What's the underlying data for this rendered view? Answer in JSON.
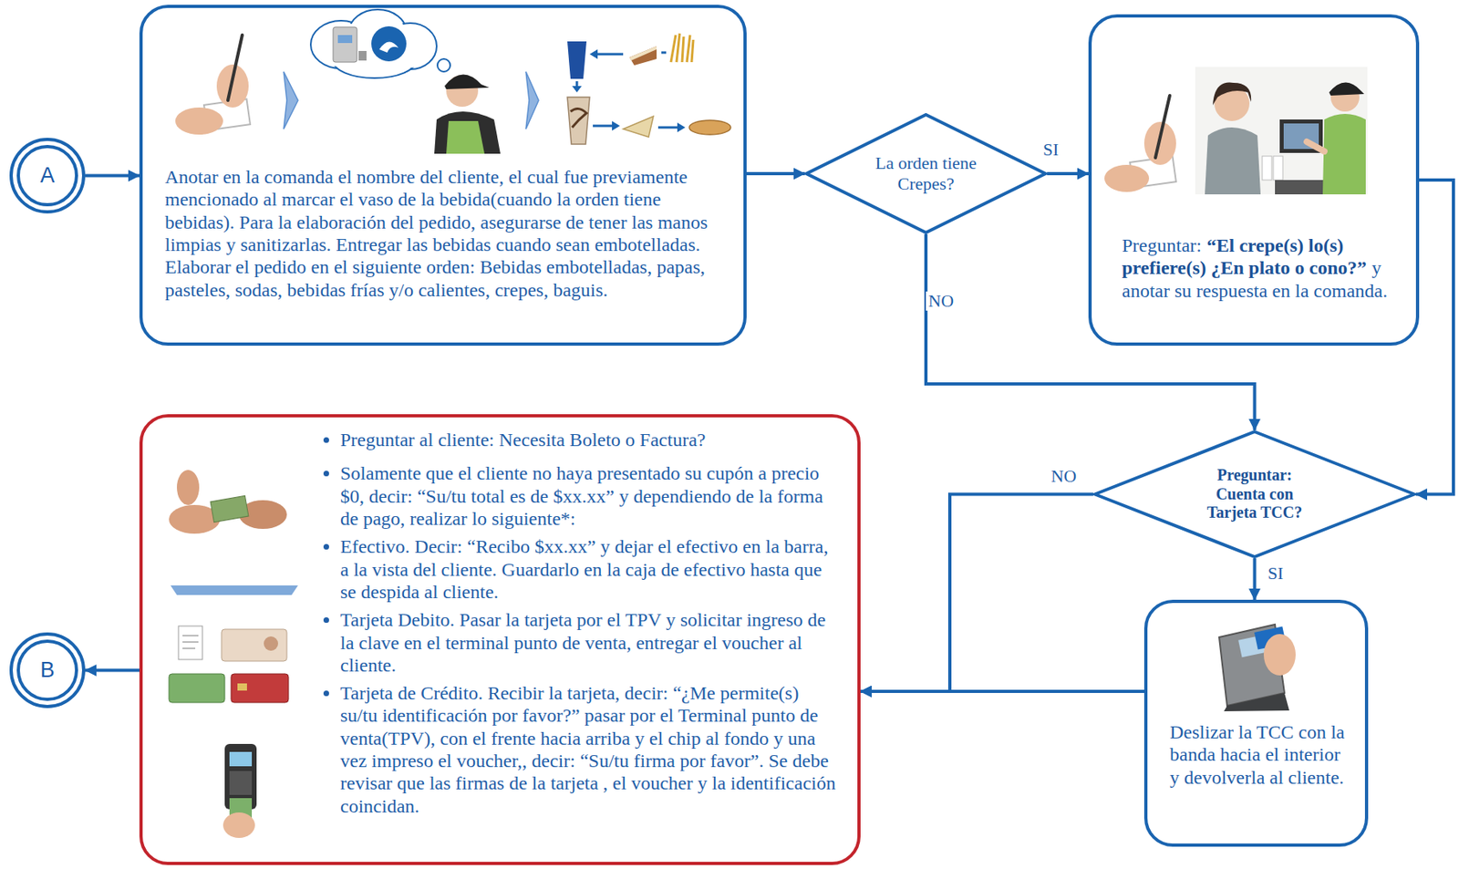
{
  "diagram": {
    "nodes": [
      {
        "text": [
          "A"
        ]
      },
      {
        "text": [
          "Anotar en la comanda el nombre del cliente, el cual fue previamente mencionado al marcar el vaso de la bebida(cuando la orden tiene bebidas). Para la elaboración del pedido, asegurarse de tener las manos limpias y sanitizarlas. Entregar las bebidas cuando sean embotelladas. Elaborar el pedido en el siguiente orden: Bebidas embotelladas, papas, pasteles, sodas, bebidas frías y/o calientes, crepes, baguis."
        ]
      },
      {
        "text": [
          "La orden tiene Crepes?"
        ]
      },
      {
        "text": [
          "Preguntar:",
          "“El crepe(s) lo(s) prefiere(s) ¿En plato o cono?”",
          "y anotar su respuesta en la comanda."
        ]
      },
      {
        "text": [
          "Preguntar: Cuenta con Tarjeta TCC?"
        ]
      },
      {
        "text": [
          "Deslizar la TCC con la banda hacia el interior y devolverla al cliente."
        ]
      },
      {
        "text": [
          "Preguntar al cliente: Necesita Boleto o Factura?",
          "Solamente que el cliente no haya presentado su cupón a precio $0, decir: “Su/tu total es de $xx.xx” y dependiendo de la forma de pago, realizar lo siguiente*:",
          "Efectivo. Decir: “Recibo $xx.xx” y dejar el efectivo en la barra, a la vista del cliente. Guardarlo en la caja de efectivo hasta que se despida al cliente.",
          "Tarjeta Debito. Pasar la tarjeta por el TPV y solicitar ingreso de la clave en el terminal punto de venta, entregar el voucher al cliente.",
          "Tarjeta de Crédito. Recibir la tarjeta, decir: “¿Me permite(s) su/tu identificación por favor?” pasar por el Terminal punto de venta(TPV), con el frente hacia arriba y el chip al fondo y una vez impreso el voucher,, decir: “Su/tu firma por favor”. Se debe revisar que las firmas de la tarjeta , el voucher y la identificación coincidan."
        ]
      },
      {
        "text": [
          "B"
        ]
      }
    ],
    "edges": [
      {
        "from": 0,
        "to": 1,
        "arrow": "to"
      },
      {
        "from": 1,
        "to": 2,
        "arrow": "to"
      },
      {
        "from": 2,
        "to": 3,
        "label": "SI",
        "arrow": "to"
      },
      {
        "from": 2,
        "to": 4,
        "label": "NO",
        "arrow": "to"
      },
      {
        "from": 3,
        "to": 4,
        "arrow": "to"
      },
      {
        "from": 4,
        "to": 6,
        "label": "NO",
        "arrow": "to"
      },
      {
        "from": 4,
        "to": 5,
        "label": "SI",
        "arrow": "to"
      },
      {
        "from": 5,
        "to": 6,
        "arrow": "to"
      },
      {
        "from": 6,
        "to": 7,
        "arrow": "to"
      }
    ]
  }
}
